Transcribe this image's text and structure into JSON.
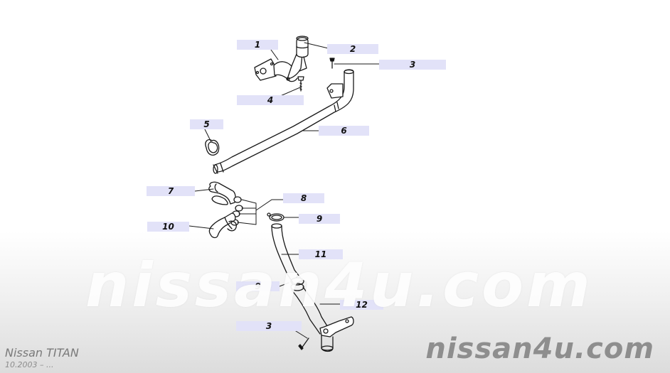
{
  "callouts": [
    {
      "number": "1"
    },
    {
      "number": "2"
    },
    {
      "number": "3"
    },
    {
      "number": "4"
    },
    {
      "number": "5"
    },
    {
      "number": "6"
    },
    {
      "number": "7"
    },
    {
      "number": "8"
    },
    {
      "number": "9"
    },
    {
      "number": "10"
    },
    {
      "number": "11"
    },
    {
      "number": "9"
    },
    {
      "number": "12"
    },
    {
      "number": "3"
    }
  ],
  "watermark": "nissan4u.com",
  "brand": "nissan4u.com",
  "vehicle": {
    "model": "Nissan  TITAN",
    "period": "10.2003  –  ..."
  }
}
